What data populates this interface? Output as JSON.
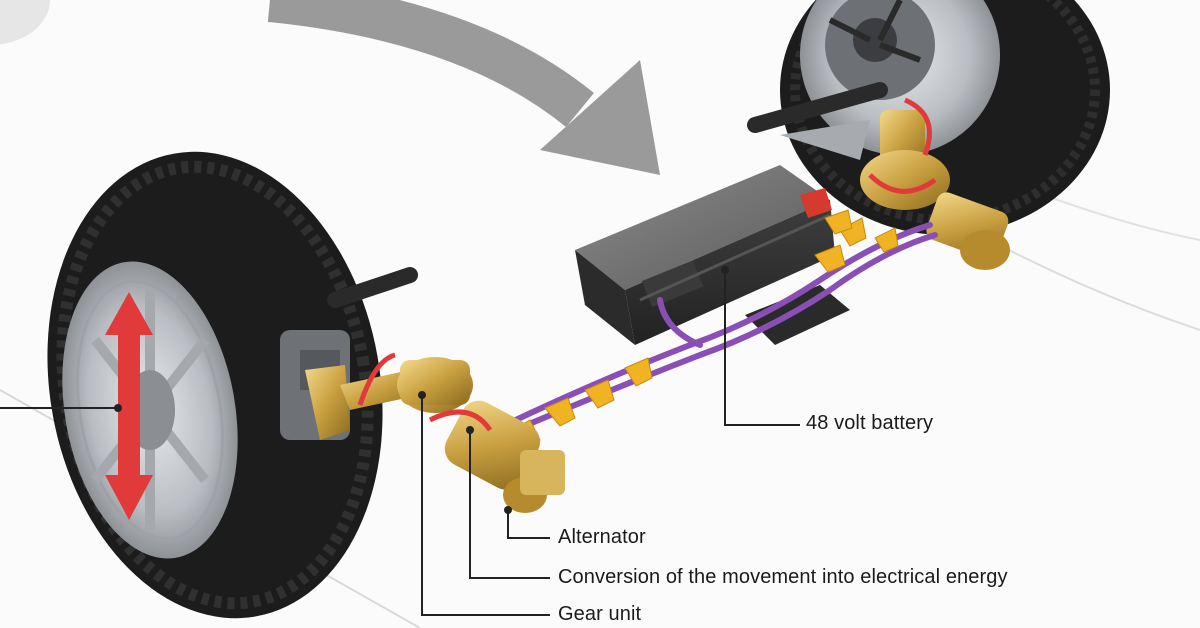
{
  "labels": {
    "battery": "48 volt battery",
    "alternator": "Alternator",
    "conversion": "Conversion of the movement into electrical energy",
    "gear_unit": "Gear unit"
  },
  "colors": {
    "background": "#fbfbfb",
    "tire": "#1c1c1c",
    "rim": "#c9ccd0",
    "battery": "#4a4a4a",
    "brass": "#c9a041",
    "wire": "#8a4fb5",
    "flow_arrow": "#f0b323",
    "motion_arrow": "#e03a3a",
    "big_arrow": "#9a9a9a",
    "leader_line": "#222222"
  },
  "icons": [
    "big-curved-arrow",
    "vertical-motion-arrow",
    "energy-flow-chevrons"
  ]
}
